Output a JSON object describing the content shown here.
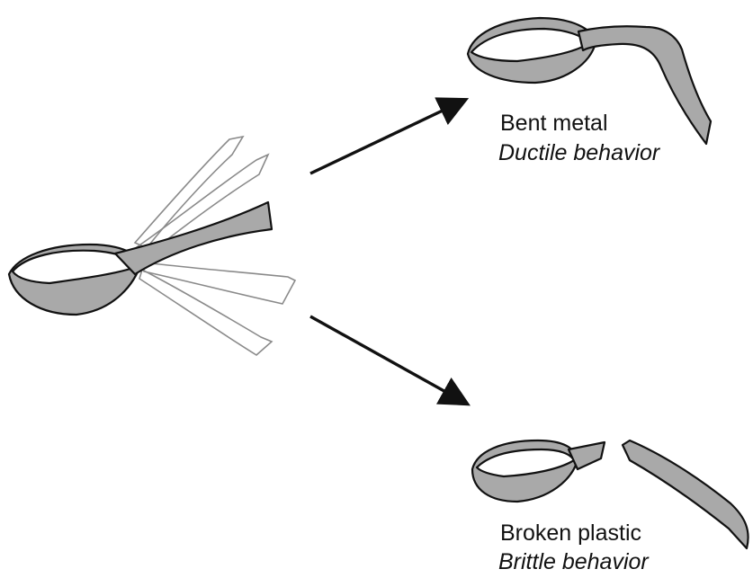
{
  "colors": {
    "spoon_fill": "#a9a9a9",
    "outline": "#111111",
    "ghost_outline": "#8a8a8a",
    "background": "#ffffff"
  },
  "outcomes": {
    "ductile": {
      "material": "Bent metal",
      "behavior": "Ductile behavior"
    },
    "brittle": {
      "material": "Broken plastic",
      "behavior": "Brittle behavior"
    }
  }
}
